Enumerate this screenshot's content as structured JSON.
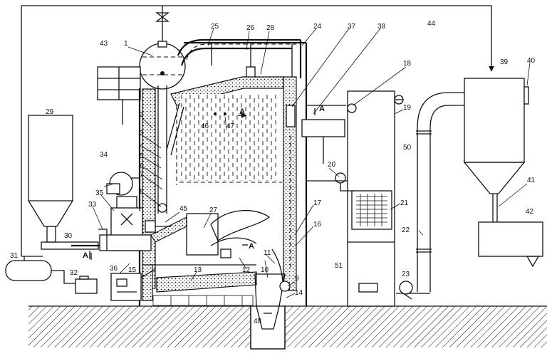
{
  "section_mark": "A",
  "flame_mark": "A",
  "labels": {
    "n1": "1",
    "n2": "2",
    "n3": "3",
    "n4": "4",
    "n5": "5",
    "n6": "6",
    "n7": "7",
    "n8": "8",
    "n9": "9",
    "n10": "10",
    "n11": "11",
    "n12": "12",
    "n13": "13",
    "n14": "14",
    "n15": "15",
    "n16": "16",
    "n17": "17",
    "n18": "18",
    "n19": "19",
    "n20": "20",
    "n21": "21",
    "n22": "22",
    "n23": "23",
    "n24": "24",
    "n25": "25",
    "n26": "26",
    "n27": "27",
    "n28": "28",
    "n29": "29",
    "n30": "30",
    "n31": "31",
    "n32": "32",
    "n33": "33",
    "n34": "34",
    "n35": "35",
    "n36": "36",
    "n37": "37",
    "n38": "38",
    "n39": "39",
    "n40": "40",
    "n41": "41",
    "n42": "42",
    "n43": "43",
    "n44": "44",
    "n45": "45",
    "n46": "46",
    "n47": "47",
    "n48": "48",
    "n50": "50",
    "n51": "51"
  }
}
